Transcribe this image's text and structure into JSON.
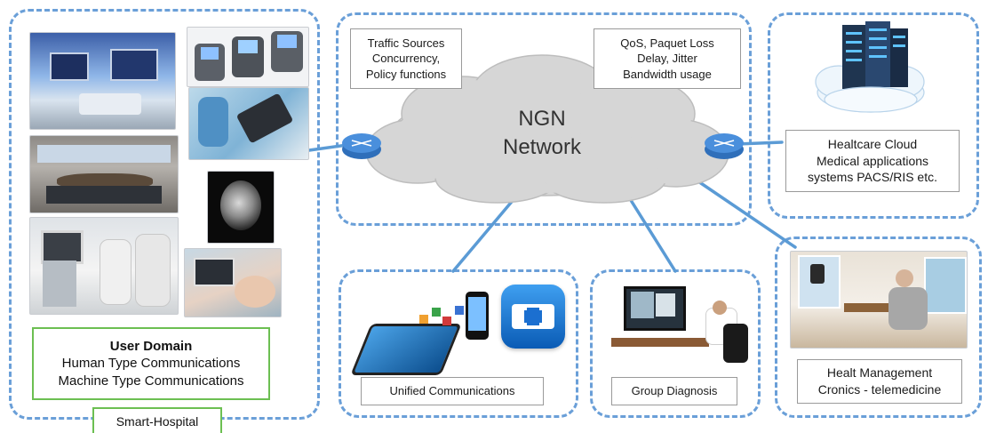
{
  "ngn": {
    "line1": "NGN",
    "line2": "Network",
    "traffic": [
      "Traffic Sources",
      "Concurrency,",
      "Policy functions"
    ],
    "qos": [
      "QoS, Paquet Loss",
      "Delay, Jitter",
      "Bandwidth usage"
    ]
  },
  "user_domain": {
    "title": "User Domain",
    "line1": "Human Type Communications",
    "line2": "Machine Type Communications",
    "tag": "Smart-Hospital"
  },
  "cloud": [
    "Healtcare Cloud",
    "Medical applications",
    "systems PACS/RIS etc."
  ],
  "unified": "Unified Communications",
  "group": "Group Diagnosis",
  "health": [
    "Healt Management",
    "Cronics - telemedicine"
  ],
  "colors": {
    "dash_border": "#6a9fd8",
    "link_line": "#5b9bd5",
    "green_border": "#6cbf52",
    "router": "#3a7bc8"
  }
}
